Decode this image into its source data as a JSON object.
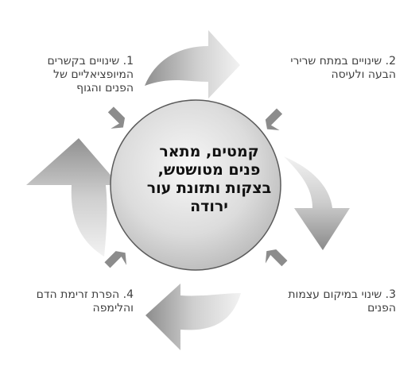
{
  "center": {
    "lines": [
      "קמטים, מתאר",
      "פנים מטושטש,",
      "בצקות ותזונת עור",
      "ירודה"
    ]
  },
  "labels": {
    "item1": {
      "lines": [
        "1. שינויים בקשרים",
        "המיופציאליים של",
        "הפנים והגוף"
      ]
    },
    "item2": {
      "lines": [
        "2. שינויים במתח שרירי",
        "הבעה ולעיסה"
      ]
    },
    "item3": {
      "lines": [
        "3. שינוי במיקום עצמות",
        "הפנים"
      ]
    },
    "item4": {
      "lines": [
        "4. הפרת זרימת הדם",
        "והלימפה"
      ]
    }
  },
  "colors": {
    "circle_fill_light": "#f2f2f2",
    "circle_fill_dark": "#bdbdbd",
    "circle_stroke": "#5a5a5a",
    "arrow_light": "#f0f0f0",
    "arrow_dark": "#8e8e8e",
    "small_arrow": "#8c8c8c",
    "text": "#3f3f3f"
  },
  "icons": {
    "cycle_arrows": "curved-arrow-icon",
    "pointers": "triangle-pointer-icon"
  }
}
